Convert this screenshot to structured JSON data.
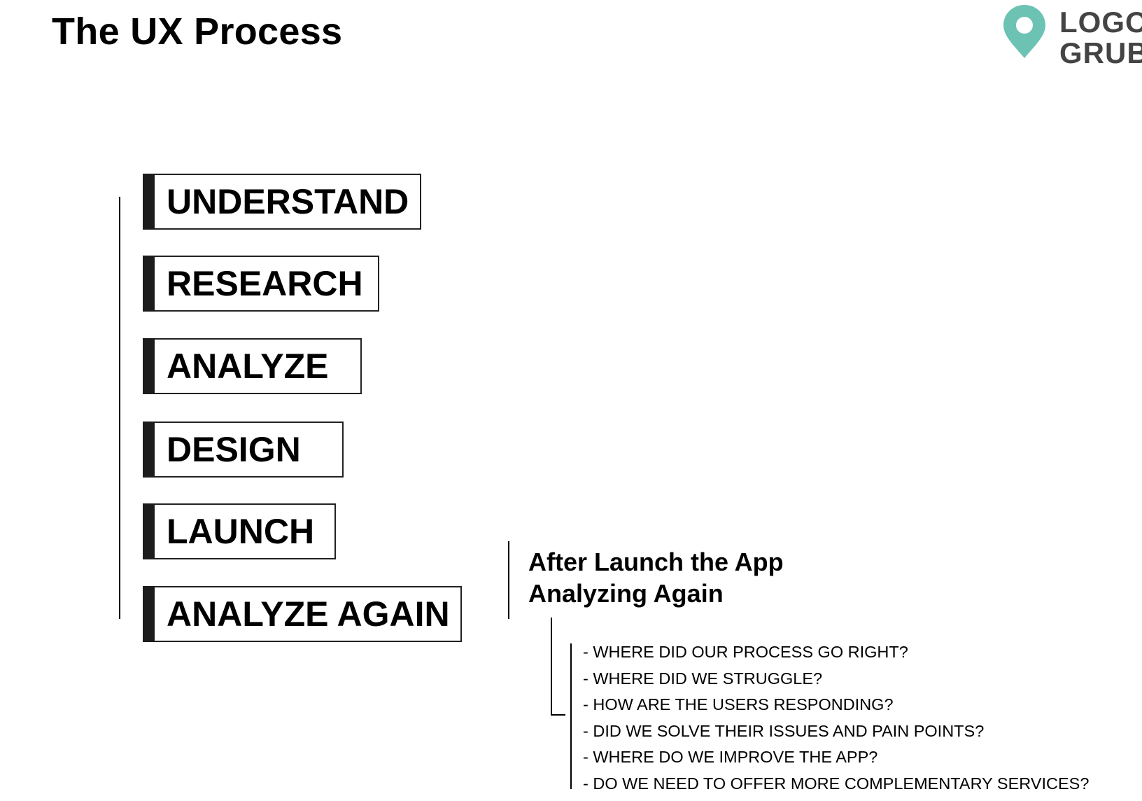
{
  "title": "The UX Process",
  "logo": {
    "line1": "LOGO",
    "line2": "GRUB",
    "pin_color": "#6cc3b4",
    "text_color": "#444444"
  },
  "steps": [
    {
      "label": "UNDERSTAND"
    },
    {
      "label": "RESEARCH"
    },
    {
      "label": "ANALYZE"
    },
    {
      "label": "DESIGN"
    },
    {
      "label": "LAUNCH"
    },
    {
      "label": "ANALYZE AGAIN"
    }
  ],
  "after_launch": {
    "heading_line1": "After Launch the App",
    "heading_line2": "Analyzing Again",
    "questions": [
      "- WHERE DID OUR PROCESS GO RIGHT?",
      "- WHERE DID WE STRUGGLE?",
      "- HOW ARE THE USERS RESPONDING?",
      "- DID WE SOLVE THEIR ISSUES AND PAIN POINTS?",
      "- WHERE DO WE IMPROVE THE APP?",
      "- DO WE NEED TO OFFER MORE COMPLEMENTARY SERVICES?"
    ]
  }
}
